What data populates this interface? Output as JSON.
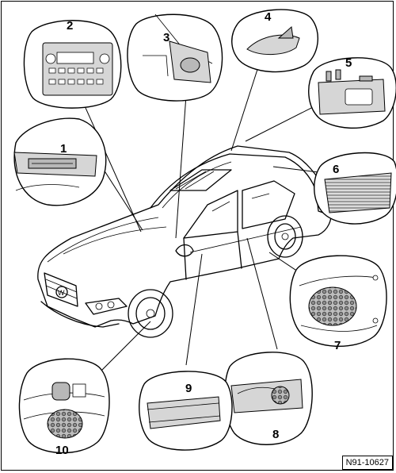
{
  "diagram": {
    "reference_code": "N91-10627",
    "callouts": [
      {
        "id": "1",
        "label": "1"
      },
      {
        "id": "2",
        "label": "2"
      },
      {
        "id": "3",
        "label": "3"
      },
      {
        "id": "4",
        "label": "4"
      },
      {
        "id": "5",
        "label": "5"
      },
      {
        "id": "6",
        "label": "6"
      },
      {
        "id": "7",
        "label": "7"
      },
      {
        "id": "8",
        "label": "8"
      },
      {
        "id": "9",
        "label": "9"
      },
      {
        "id": "10",
        "label": "10"
      }
    ]
  }
}
